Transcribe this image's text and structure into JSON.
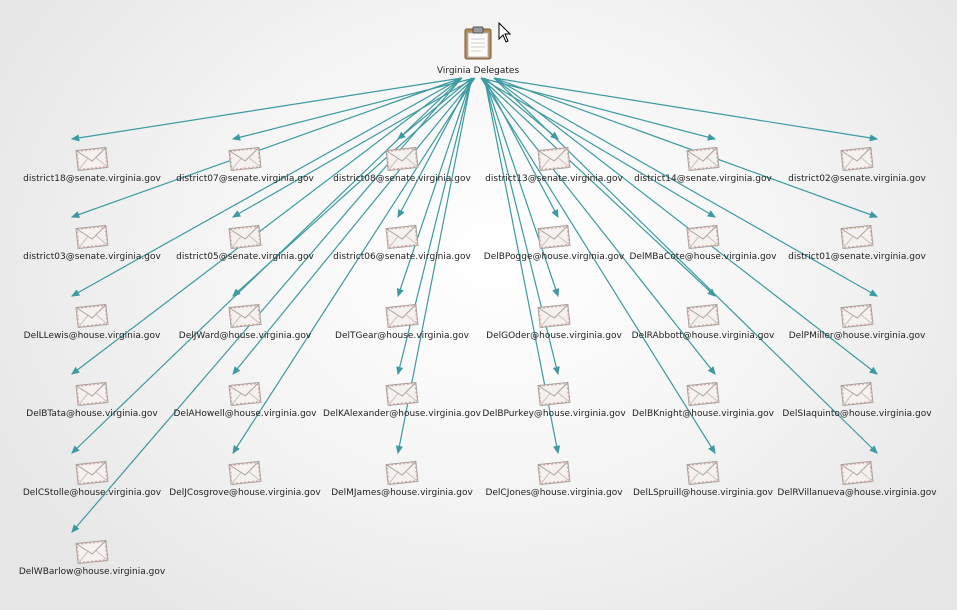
{
  "root": {
    "label": "Virginia Delegates",
    "icon": "clipboard-icon"
  },
  "edge_color": "#3c9aa0",
  "nodes": [
    [
      "district18@senate.virginia.gov",
      "district07@senate.virginia.gov",
      "district08@senate.virginia.gov",
      "district13@senate.virginia.gov",
      "district14@senate.virginia.gov",
      "district02@senate.virginia.gov"
    ],
    [
      "district03@senate.virginia.gov",
      "district05@senate.virginia.gov",
      "district06@senate.virginia.gov",
      "DelBPogge@house.virginia.gov",
      "DelMBaCote@house.virginia.gov",
      "district01@senate.virginia.gov"
    ],
    [
      "DelLLewis@house.virginia.gov",
      "DelJWard@house.virginia.gov",
      "DelTGear@house.virginia.gov",
      "DelGOder@house.virginia.gov",
      "DelRAbbott@house.virginia.gov",
      "DelPMiller@house.virginia.gov"
    ],
    [
      "DelBTata@house.virginia.gov",
      "DelAHowell@house.virginia.gov",
      "DelKAlexander@house.virginia.gov",
      "DelBPurkey@house.virginia.gov",
      "DelBKnight@house.virginia.gov",
      "DelSIaquinto@house.virginia.gov"
    ],
    [
      "DelCStolle@house.virginia.gov",
      "DelJCosgrove@house.virginia.gov",
      "DelMJames@house.virginia.gov",
      "DelCJones@house.virginia.gov",
      "DelLSpruill@house.virginia.gov",
      "DelRVillanueva@house.virginia.gov"
    ],
    [
      "DelWBarlow@house.virginia.gov"
    ]
  ]
}
